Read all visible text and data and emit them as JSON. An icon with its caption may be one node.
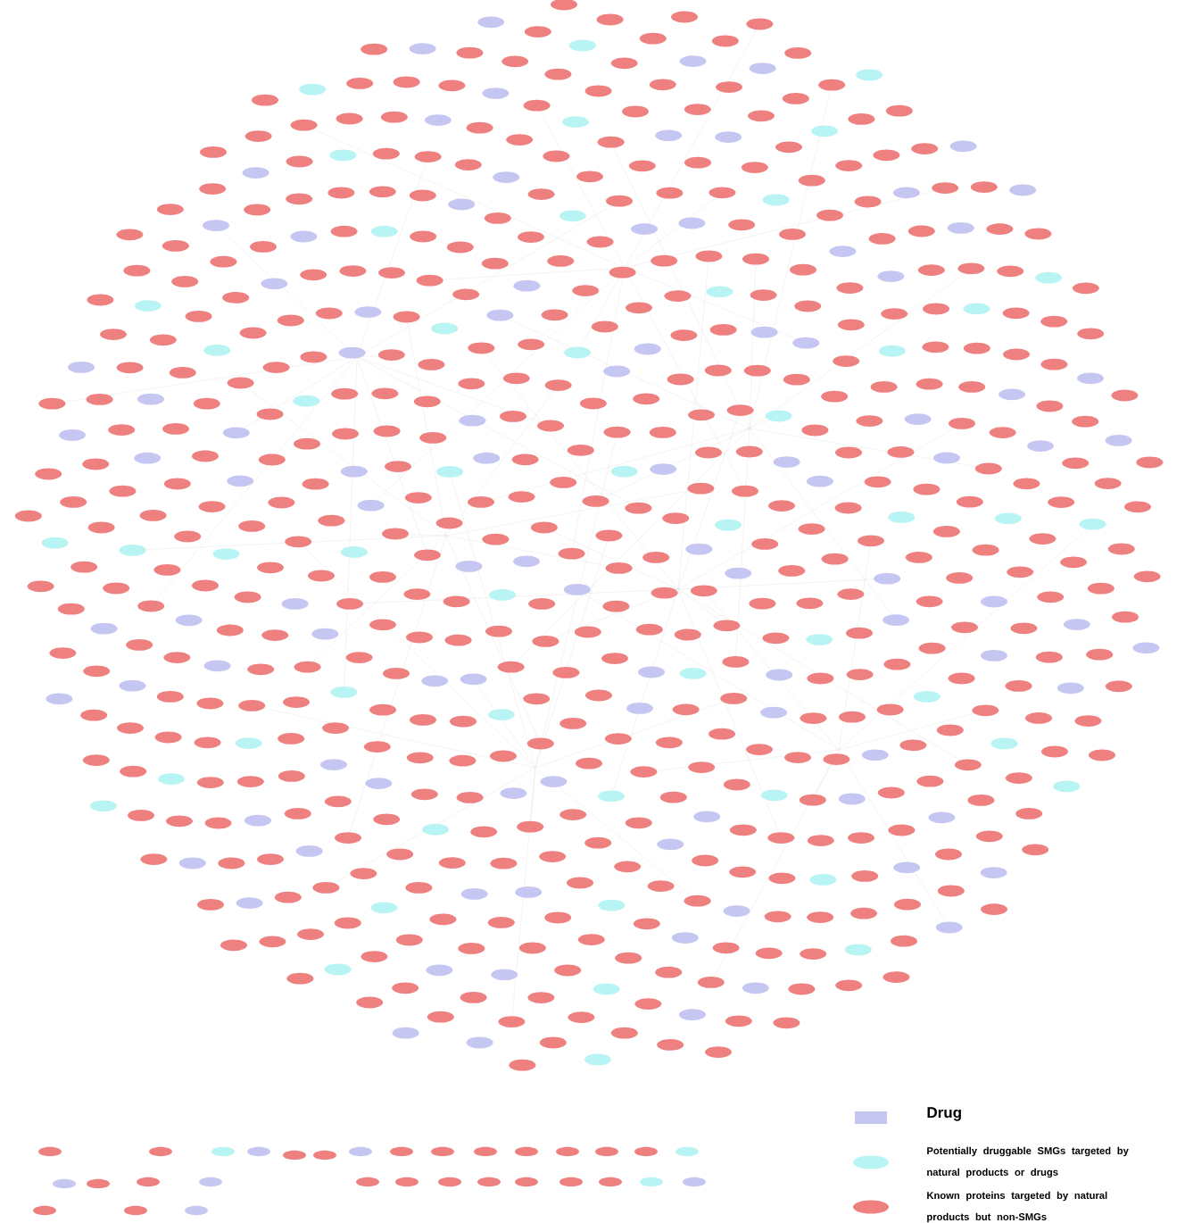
{
  "diagram": {
    "legend": [
      {
        "text": "Drug",
        "color": "#c6c6f2"
      },
      {
        "text": "Potentially druggable SMGs  targeted by natural products or drugs",
        "color": "#b8f4f4"
      },
      {
        "text": "Known proteins targeted by natural products but non-SMGs",
        "color": "#ee8080"
      }
    ]
  }
}
